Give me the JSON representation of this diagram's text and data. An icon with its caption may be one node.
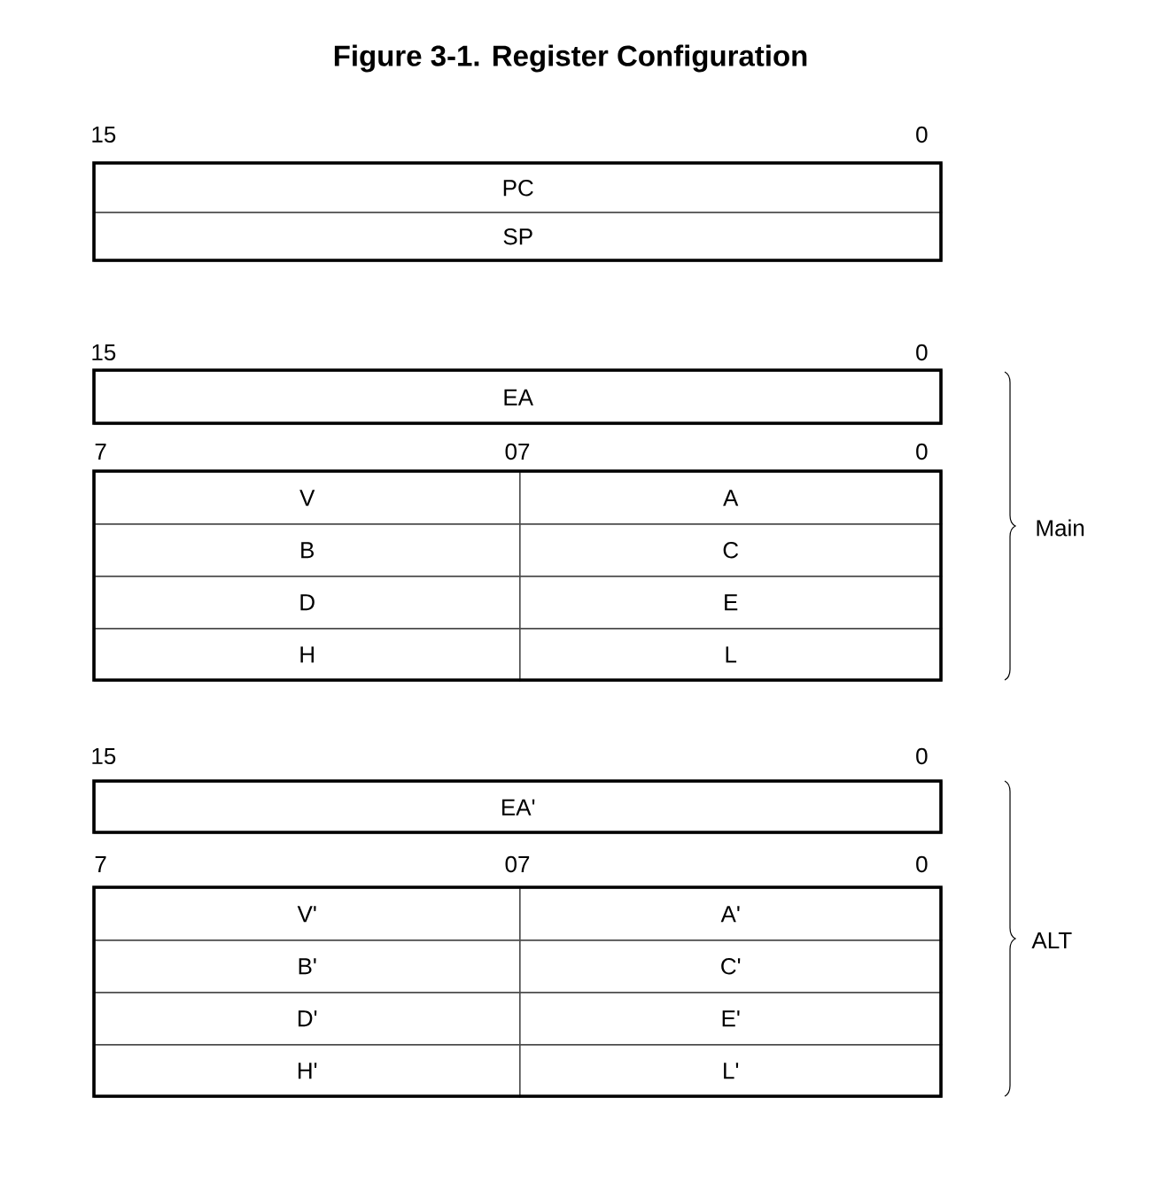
{
  "diagram": {
    "title": "Figure 3-1.  Register Configuration",
    "nodes": [
      {
        "text": [
          "PC"
        ]
      },
      {
        "text": [
          "SP"
        ]
      },
      {
        "text": [
          "EA"
        ]
      },
      {
        "text": [
          "V"
        ]
      },
      {
        "text": [
          "A"
        ]
      },
      {
        "text": [
          "B"
        ]
      },
      {
        "text": [
          "C"
        ]
      },
      {
        "text": [
          "D"
        ]
      },
      {
        "text": [
          "E"
        ]
      },
      {
        "text": [
          "H"
        ]
      },
      {
        "text": [
          "L"
        ]
      },
      {
        "text": [
          "EA'"
        ]
      },
      {
        "text": [
          "V'"
        ]
      },
      {
        "text": [
          "A'"
        ]
      },
      {
        "text": [
          "B'"
        ]
      },
      {
        "text": [
          "C'"
        ]
      },
      {
        "text": [
          "D'"
        ]
      },
      {
        "text": [
          "E'"
        ]
      },
      {
        "text": [
          "H'"
        ]
      },
      {
        "text": [
          "L'"
        ]
      }
    ],
    "labels": [
      "15",
      "0",
      "15",
      "0",
      "7",
      "07",
      "0",
      "Main",
      "15",
      "0",
      "7",
      "07",
      "0",
      "ALT"
    ]
  }
}
